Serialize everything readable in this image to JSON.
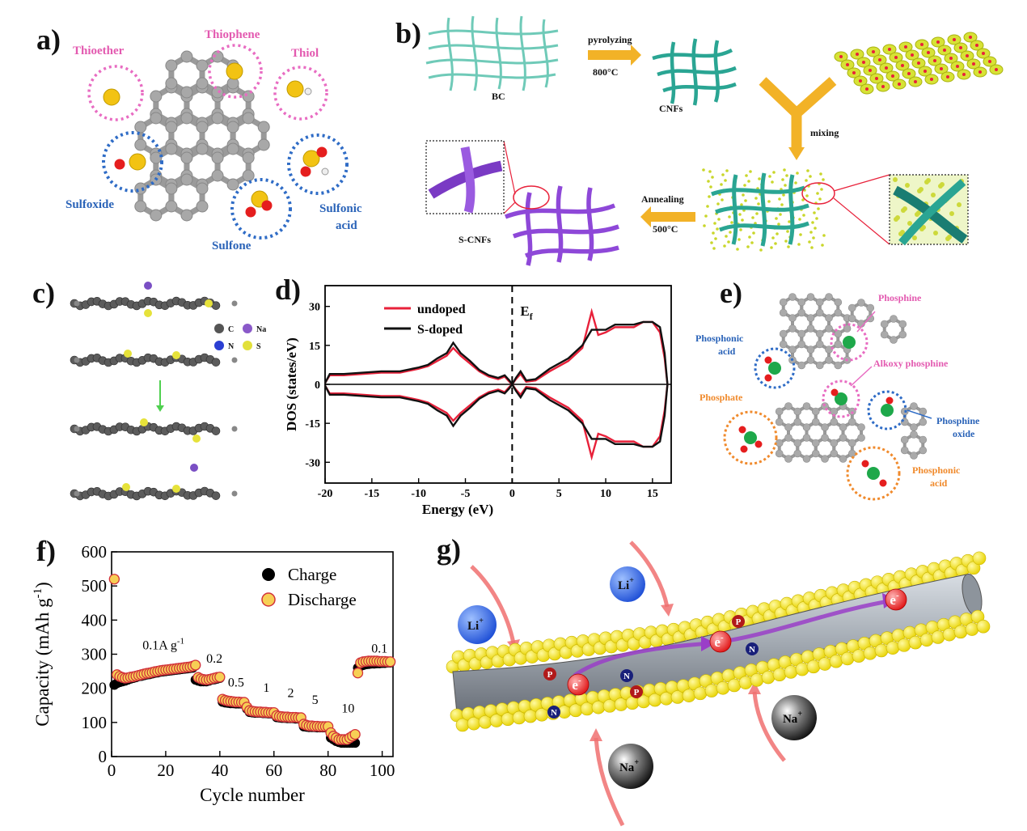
{
  "panels": {
    "a": {
      "label": "a)",
      "groups": [
        "Thioether",
        "Thiophene",
        "Thiol",
        "Sulfoxide",
        "Sulfone",
        "Sulfonic",
        "acid"
      ]
    },
    "b": {
      "label": "b)",
      "pyrolyzing": "pyrolyzing",
      "temp1": "800°C",
      "bc": "BC",
      "cnfs": "CNFs",
      "mixing": "mixing",
      "annealing": "Annealing",
      "temp2": "500°C",
      "scnfs": "S-CNFs"
    },
    "c": {
      "label": "c)",
      "legend": [
        "C",
        "Na",
        "N",
        "S"
      ]
    },
    "d": {
      "label": "d)",
      "ef": "E",
      "ef_sub": "f"
    },
    "e": {
      "label": "e)",
      "groups": [
        "Phosphine",
        "Phosphonic",
        "acid",
        "Alkoxy phosphine",
        "Phosphate",
        "Phosphine",
        "oxide",
        "Phosphonic",
        "acid"
      ]
    },
    "f": {
      "label": "f)",
      "rates": [
        "0.1A g",
        "0.2",
        "0.5",
        "1",
        "2",
        "5",
        "10",
        "0.1"
      ],
      "rate_unit_sup": "-1"
    },
    "g": {
      "label": "g)",
      "ions": [
        "Li",
        "Li",
        "Na",
        "Na"
      ],
      "electron": "e",
      "dopants": [
        "P",
        "N",
        "N",
        "P",
        "P",
        "N"
      ]
    }
  },
  "chart_data": [
    {
      "type": "line",
      "panel": "d",
      "xlabel": "Energy (eV)",
      "ylabel": "DOS (states/eV)",
      "xlim": [
        -20,
        17
      ],
      "ylim": [
        -38,
        38
      ],
      "xticks": [
        -20,
        -15,
        -10,
        -5,
        0,
        5,
        10,
        15
      ],
      "yticks": [
        -30,
        -15,
        0,
        15,
        30
      ],
      "grid": false,
      "legend_position": "top-left",
      "colors": {
        "undoped": "#e8213a",
        "S-doped": "#111111"
      },
      "x": [
        -20,
        -19.5,
        -18,
        -16,
        -14,
        -12,
        -10,
        -9,
        -8,
        -7,
        -6.3,
        -5.5,
        -4.5,
        -3.5,
        -2.5,
        -1.5,
        -0.8,
        -0.3,
        0,
        0.4,
        0.9,
        1.5,
        2.5,
        4,
        6,
        7.5,
        8.5,
        9.2,
        10,
        11,
        12,
        13,
        14,
        15,
        15.8,
        16.3,
        16.6
      ],
      "series": [
        {
          "name": "undoped",
          "values": [
            0.5,
            3.5,
            3.5,
            4,
            4.5,
            4.5,
            6,
            7,
            9,
            11,
            14,
            11,
            8,
            5,
            3,
            2,
            3,
            1,
            0,
            2,
            4,
            1,
            1.5,
            5,
            9,
            14,
            28,
            19,
            20,
            22,
            22,
            22,
            24,
            24,
            20,
            10,
            0
          ]
        },
        {
          "name": "S-doped",
          "values": [
            0.5,
            4,
            4,
            4.5,
            5,
            5,
            6.5,
            7.5,
            10,
            12,
            16,
            12,
            9,
            5.5,
            3.5,
            2.5,
            3.5,
            1.5,
            0,
            2.5,
            5,
            1.5,
            2,
            6,
            10,
            15,
            21,
            21,
            21,
            23,
            23,
            23,
            24,
            24,
            22,
            12,
            0
          ]
        }
      ]
    },
    {
      "type": "scatter",
      "panel": "f",
      "xlabel": "Cycle number",
      "ylabel": "Capacity (mAh g",
      "ylabel_sup": "-1",
      "ylabel_close": ")",
      "xlim": [
        0,
        104
      ],
      "ylim": [
        0,
        600
      ],
      "xticks": [
        0,
        20,
        40,
        60,
        80,
        100
      ],
      "yticks": [
        0,
        100,
        200,
        300,
        400,
        500,
        600
      ],
      "grid": false,
      "legend_position": "top-right",
      "colors": {
        "Charge": "#000000",
        "Discharge_fill": "#f7cf55",
        "Discharge_edge": "#d2323a"
      },
      "x": [
        1,
        2,
        3,
        4,
        5,
        6,
        7,
        8,
        9,
        10,
        11,
        12,
        13,
        14,
        15,
        16,
        17,
        18,
        19,
        20,
        21,
        22,
        23,
        24,
        25,
        26,
        27,
        28,
        29,
        30,
        31,
        32,
        33,
        34,
        35,
        36,
        37,
        38,
        39,
        40,
        41,
        42,
        43,
        44,
        45,
        46,
        47,
        48,
        49,
        50,
        51,
        52,
        53,
        54,
        55,
        56,
        57,
        58,
        59,
        60,
        61,
        62,
        63,
        64,
        65,
        66,
        67,
        68,
        69,
        70,
        71,
        72,
        73,
        74,
        75,
        76,
        77,
        78,
        79,
        80,
        81,
        82,
        83,
        84,
        85,
        86,
        87,
        88,
        89,
        90,
        91,
        92,
        93,
        94,
        95,
        96,
        97,
        98,
        99,
        100,
        101,
        102,
        103
      ],
      "series": [
        {
          "name": "Charge",
          "values": [
            210,
            215,
            218,
            220,
            222,
            225,
            228,
            230,
            232,
            235,
            236,
            238,
            240,
            241,
            243,
            245,
            246,
            248,
            249,
            250,
            251,
            252,
            253,
            254,
            255,
            256,
            257,
            258,
            259,
            260,
            225,
            222,
            220,
            220,
            220,
            222,
            225,
            226,
            228,
            230,
            160,
            158,
            157,
            156,
            156,
            155,
            155,
            155,
            154,
            140,
            130,
            129,
            128,
            128,
            128,
            127,
            127,
            126,
            126,
            126,
            115,
            114,
            113,
            113,
            112,
            112,
            112,
            111,
            111,
            111,
            88,
            87,
            86,
            86,
            86,
            85,
            85,
            85,
            85,
            85,
            55,
            50,
            45,
            42,
            40,
            40,
            40,
            40,
            40,
            40,
            260,
            265,
            268,
            270,
            271,
            272,
            272,
            273,
            273,
            274,
            274,
            275,
            275
          ]
        },
        {
          "name": "Discharge",
          "values": [
            520,
            240,
            235,
            232,
            230,
            231,
            233,
            234,
            236,
            238,
            240,
            242,
            244,
            245,
            247,
            249,
            250,
            252,
            253,
            254,
            255,
            256,
            257,
            258,
            259,
            260,
            261,
            262,
            263,
            265,
            268,
            232,
            228,
            226,
            225,
            226,
            228,
            230,
            232,
            233,
            168,
            165,
            163,
            162,
            161,
            160,
            160,
            159,
            159,
            145,
            135,
            133,
            132,
            131,
            131,
            130,
            130,
            129,
            129,
            129,
            120,
            118,
            117,
            116,
            116,
            115,
            115,
            115,
            114,
            114,
            95,
            92,
            90,
            90,
            89,
            89,
            88,
            88,
            88,
            88,
            70,
            60,
            55,
            50,
            50,
            50,
            50,
            55,
            60,
            65,
            245,
            275,
            278,
            279,
            280,
            280,
            280,
            280,
            279,
            279,
            279,
            278,
            278
          ]
        }
      ]
    }
  ]
}
